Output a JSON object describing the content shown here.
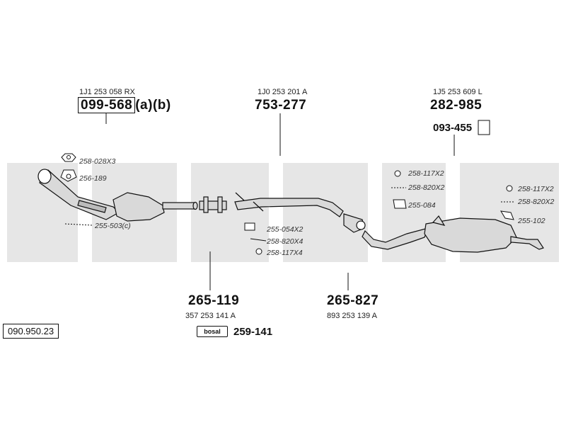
{
  "parts": {
    "front_pipe": {
      "ref": "1J1 253 058 RX",
      "number": "099-568",
      "suffix": "(a)(b)"
    },
    "middle_pipe": {
      "ref": "1J0 253 201 A",
      "number": "753-277"
    },
    "rear_silencer": {
      "ref": "1J5 253 609 L",
      "number": "282-985"
    },
    "hanger": {
      "number": "093-455"
    },
    "catalyst_pipe": {
      "number": "265-119",
      "ref": "357 253 141 A"
    },
    "center_pipe": {
      "number": "265-827",
      "ref": "893 253 139 A"
    },
    "fitting_kit": {
      "number": "259-141",
      "brand": "bosal"
    }
  },
  "small_parts": {
    "nut": "258-028X3",
    "gasket": "256-189",
    "bolts_front": "255-503(c)",
    "clamp_mid": "255-054X2",
    "bolt_mid": "258-820X4",
    "ring_mid": "258-117X4",
    "ring_rear_a": "258-117X2",
    "bolt_rear_a": "258-820X2",
    "clamp_rear_a": "255-084",
    "ring_rear_b": "258-117X2",
    "bolt_rear_b": "258-820X2",
    "bracket_rear_b": "255-102"
  },
  "diagram_id": "090.950.23",
  "colors": {
    "watermark": "#e6e6e6",
    "line": "#111111",
    "pipe_fill": "#d9d9d9"
  }
}
